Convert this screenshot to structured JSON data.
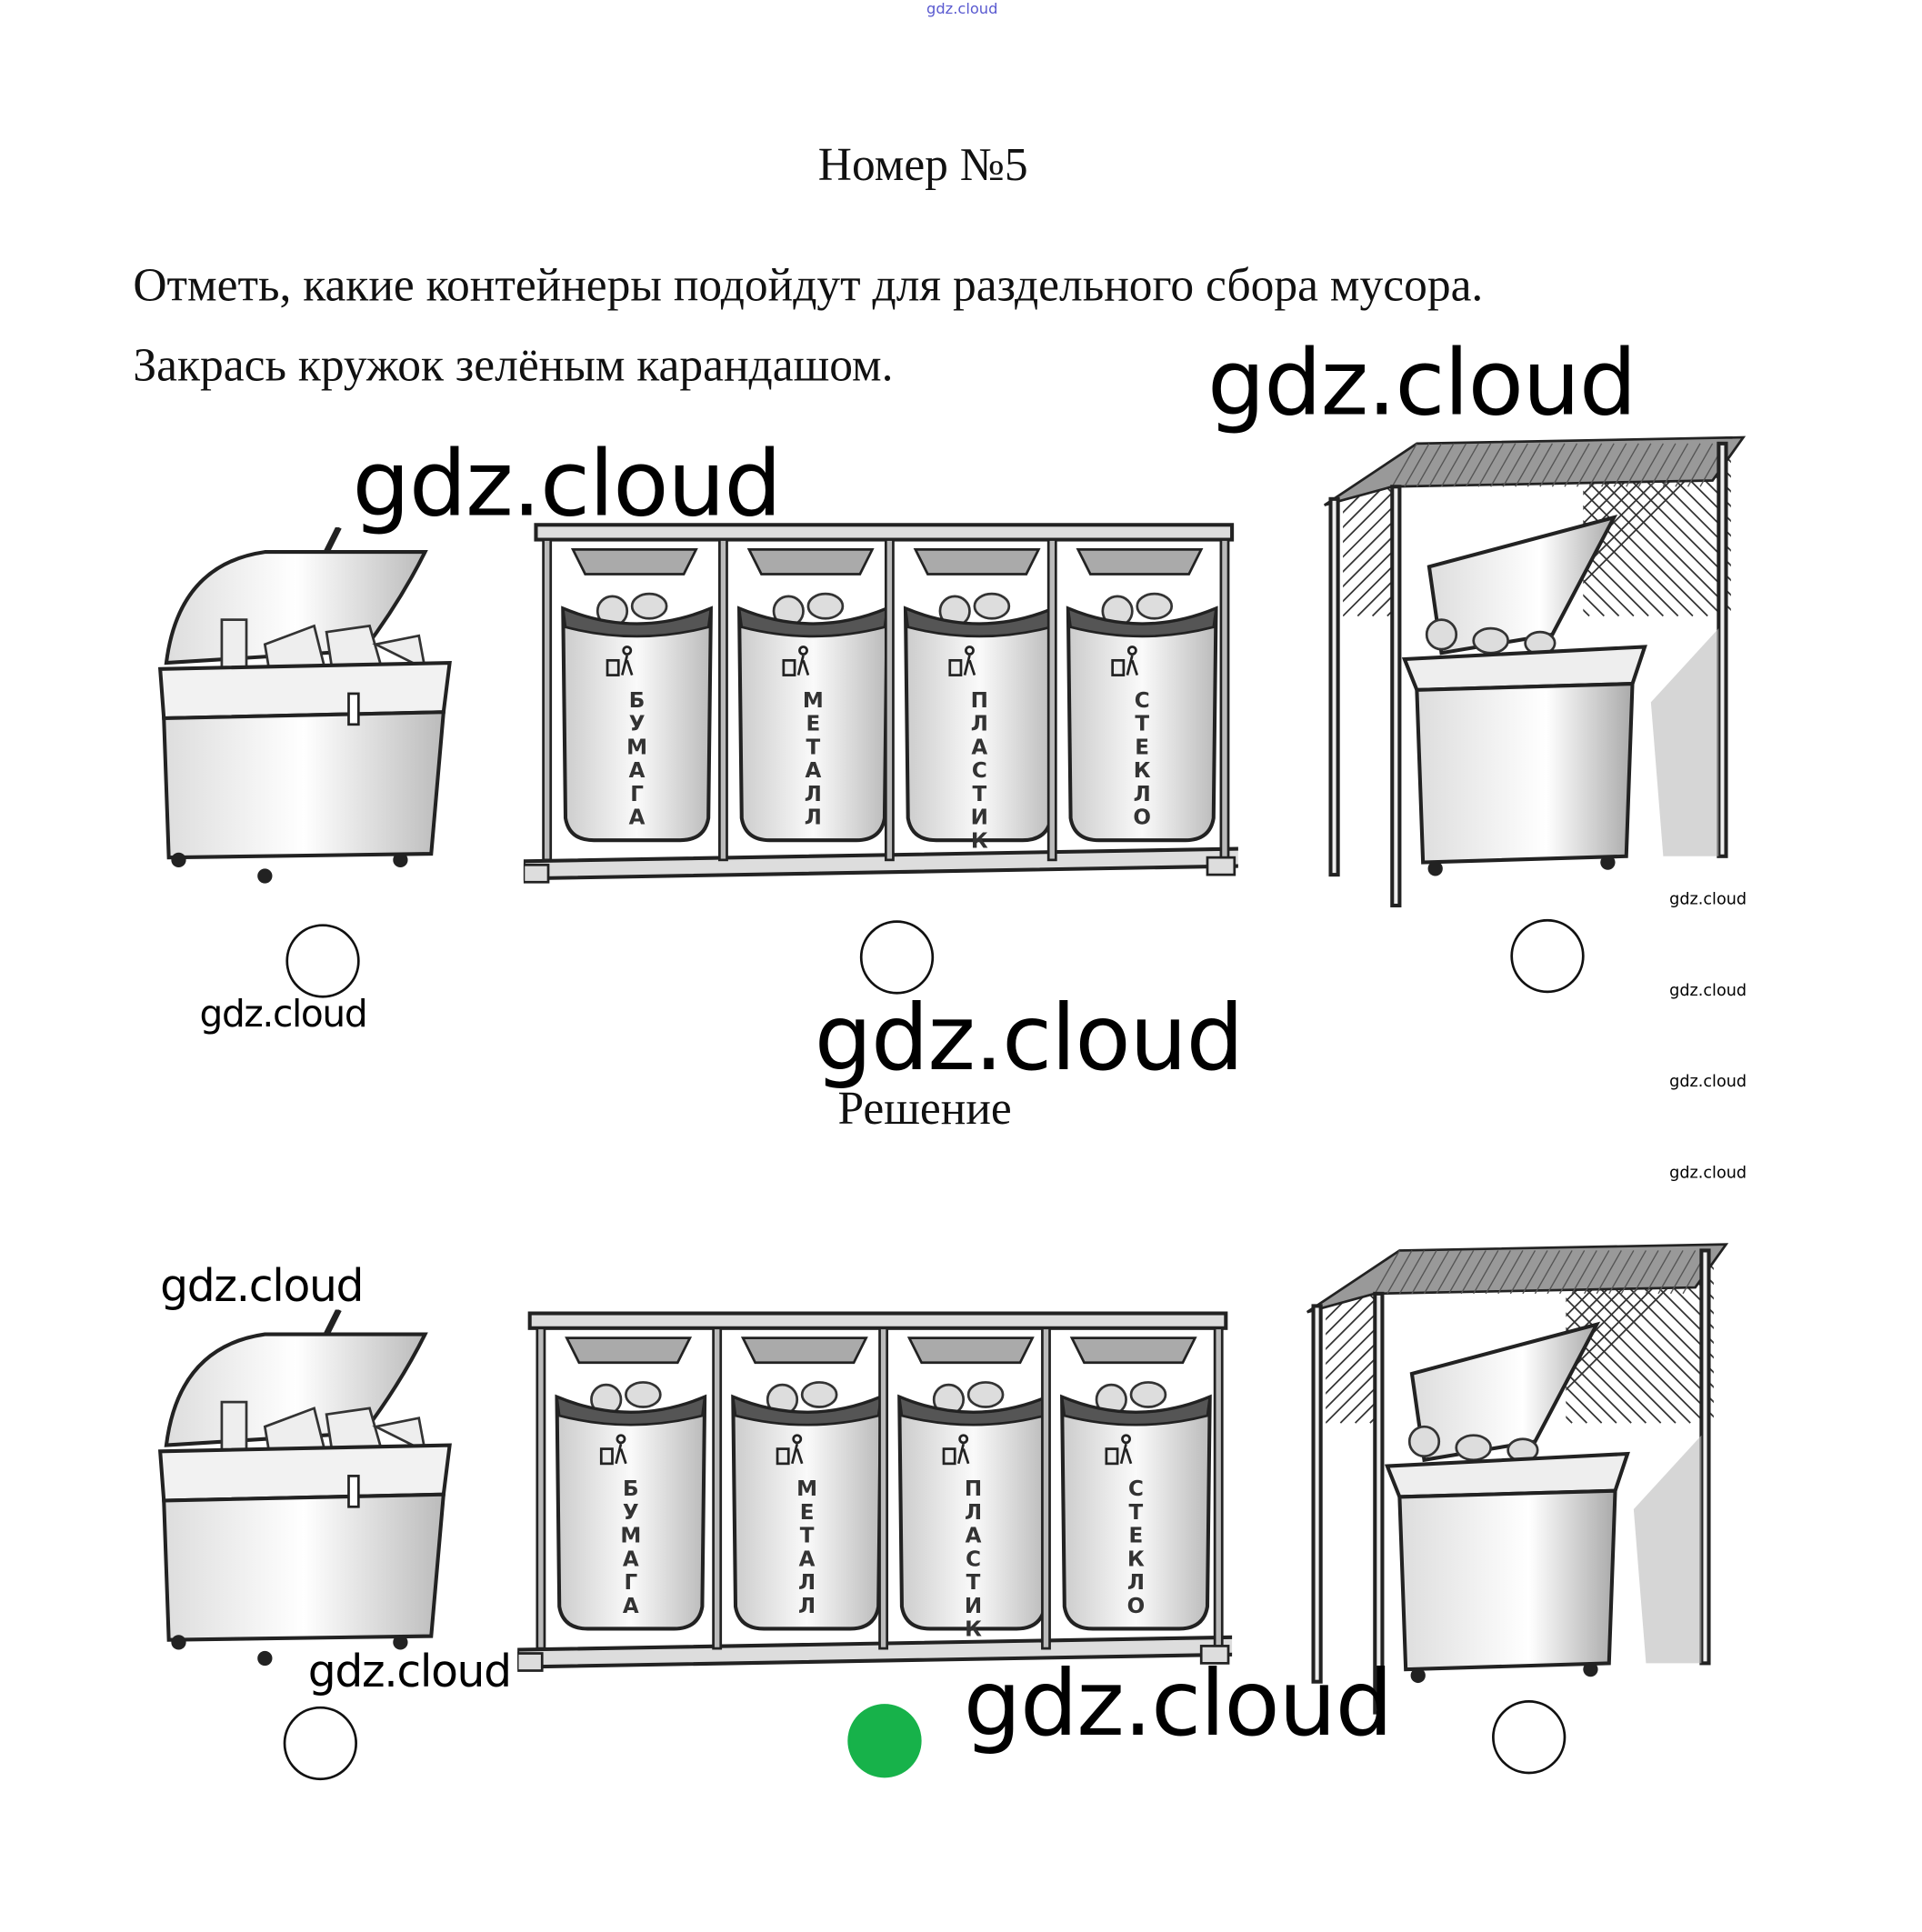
{
  "page": {
    "title": "Номер №5",
    "task_line1": "Отметь, какие контейнеры подойдут для раздельного сбора мусора.",
    "task_line2": "Закрась кружок зелёным карандашом.",
    "solution_heading": "Решение"
  },
  "watermarks": {
    "top": "gdz.cloud",
    "big1": "gdz.cloud",
    "big2": "gdz.cloud",
    "big3": "gdz.cloud",
    "big4": "gdz.cloud",
    "mid1": "gdz.cloud",
    "mid2": "gdz.cloud",
    "mid3": "gdz.cloud",
    "small1": "gdz.cloud",
    "small2": "gdz.cloud",
    "small3": "gdz.cloud",
    "small4": "gdz.cloud"
  },
  "rack_labels": [
    "БУМАГА",
    "МЕТАЛЛ",
    "ПЛАСТИК",
    "СТЕКЛО"
  ],
  "options": [
    {
      "id": "single-bin",
      "task_checked": false,
      "solution_checked": false
    },
    {
      "id": "sorting-rack",
      "task_checked": false,
      "solution_checked": true
    },
    {
      "id": "shelter-bin",
      "task_checked": false,
      "solution_checked": false
    }
  ],
  "colors": {
    "answer_fill": "#17b24a"
  }
}
